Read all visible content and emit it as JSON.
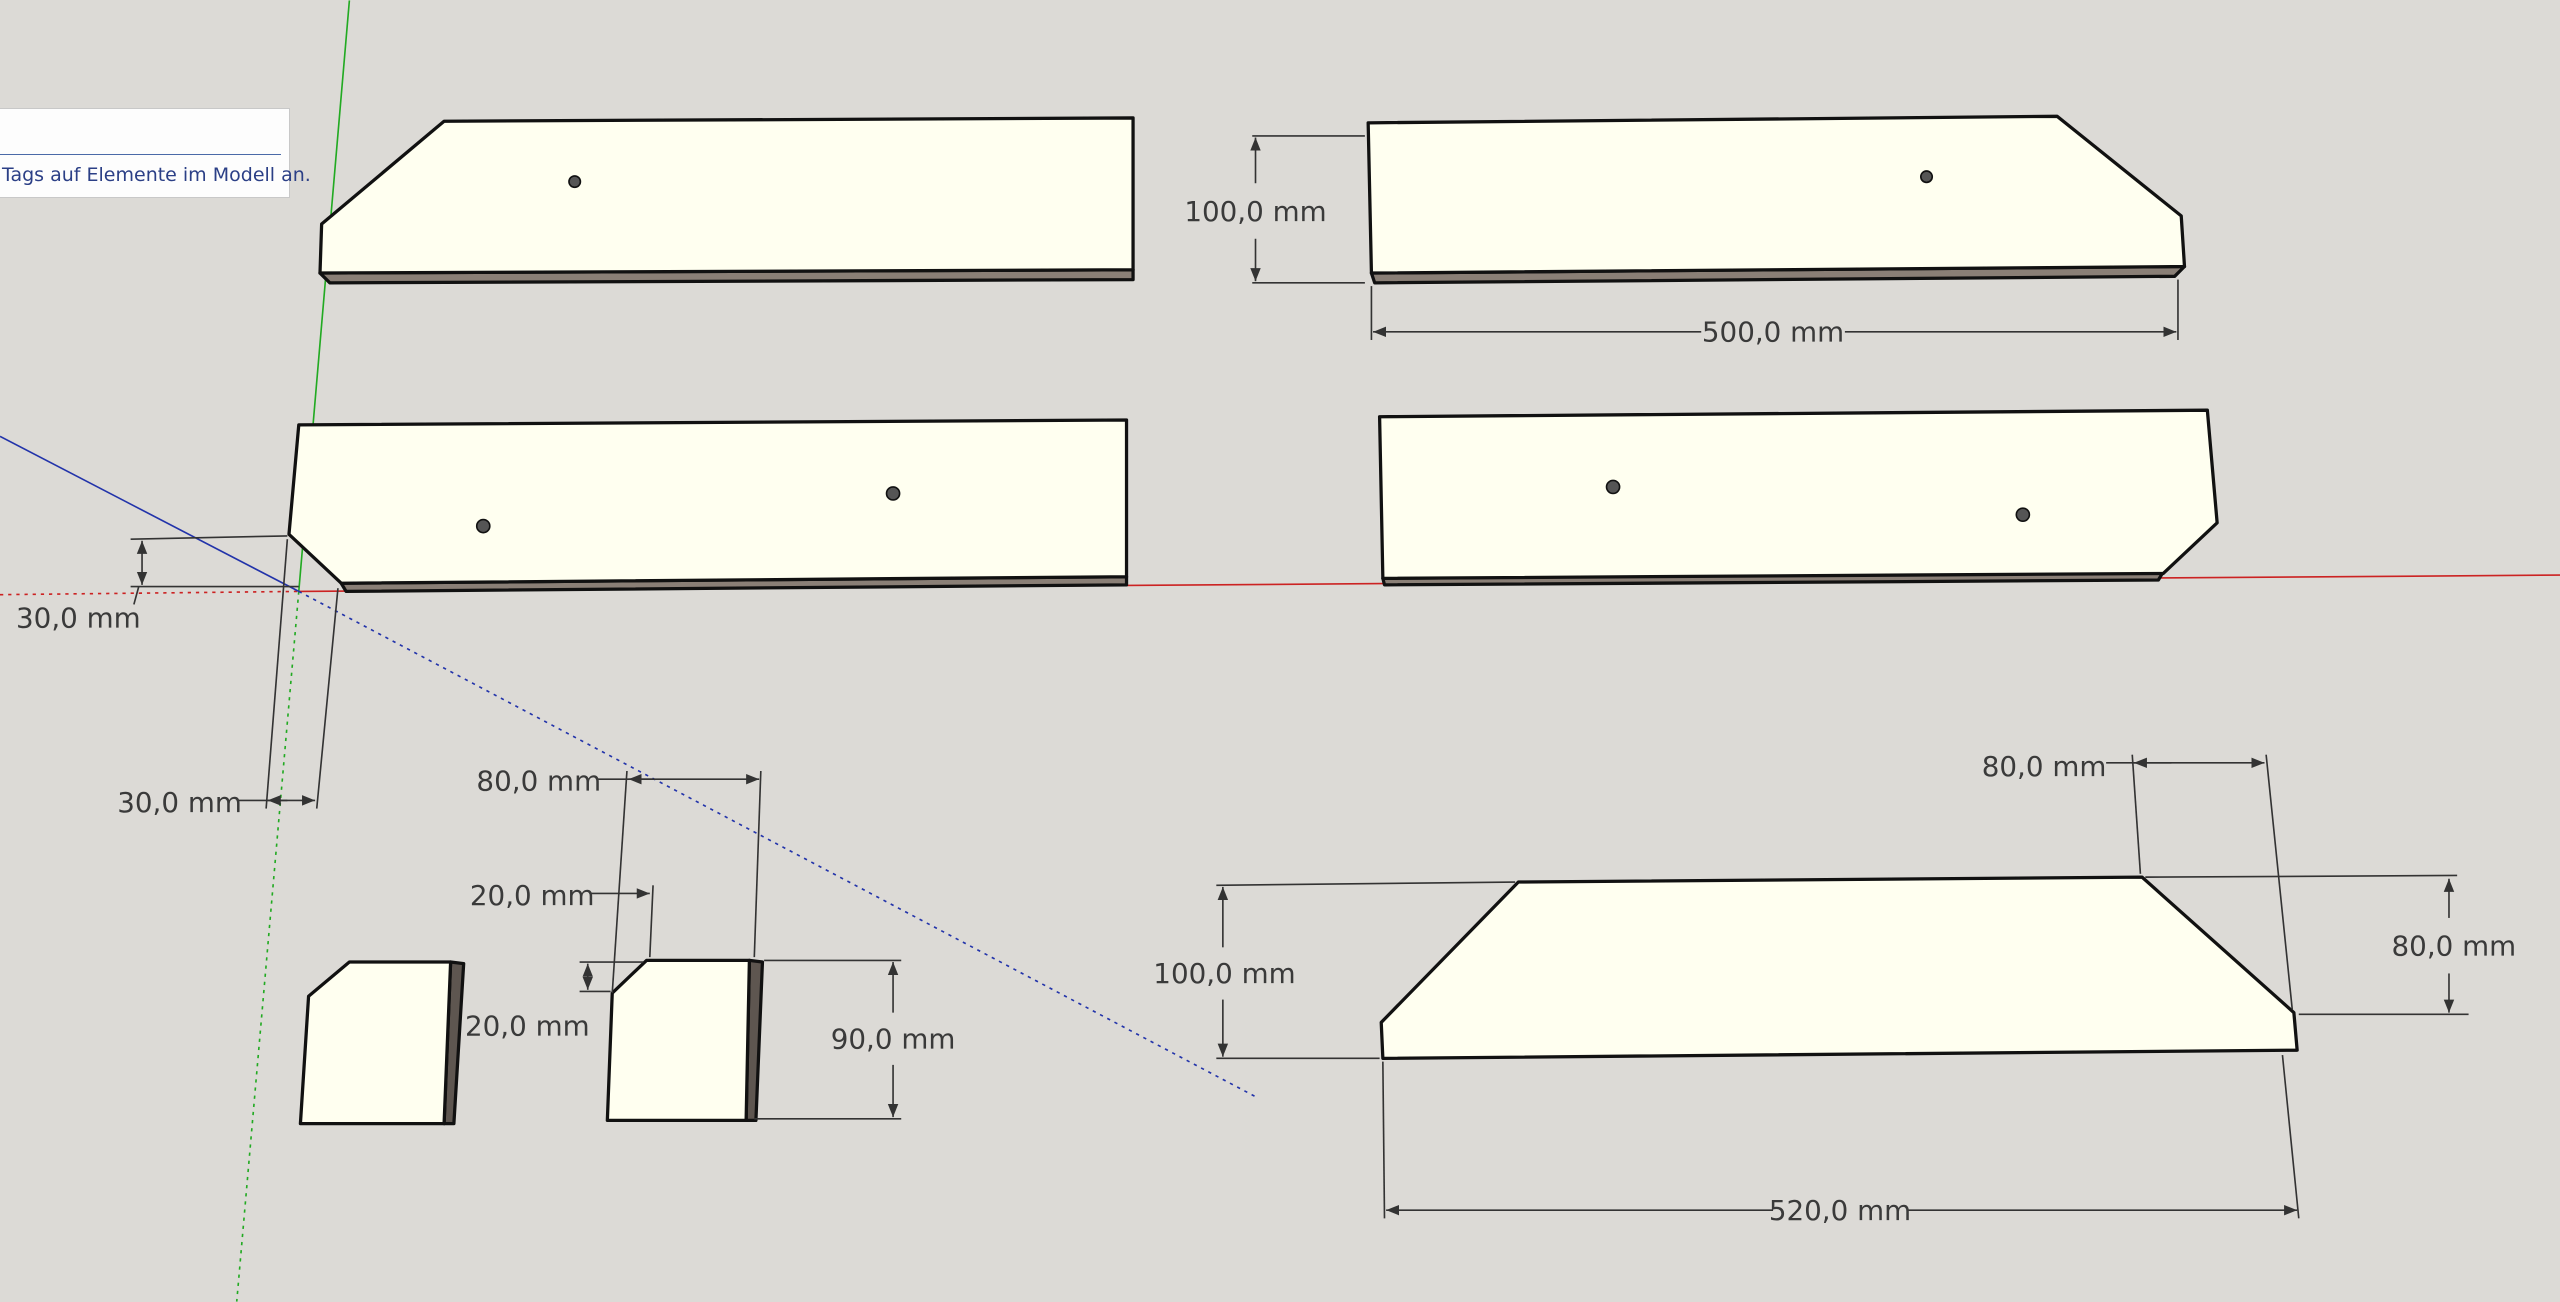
{
  "tooltip": {
    "text": "Tags auf Elemente im Modell an."
  },
  "dimensions": {
    "top_right_height": "100,0 mm",
    "top_right_length": "500,0 mm",
    "mid_left_chamfer_v": "30,0 mm",
    "mid_left_chamfer_h": "30,0 mm",
    "small_width": "80,0 mm",
    "small_chamfer_h": "20,0 mm",
    "small_chamfer_v": "20,0 mm",
    "small_height": "90,0 mm",
    "bottom_height": "100,0 mm",
    "bottom_chamfer_h": "80,0 mm",
    "bottom_chamfer_v": "80,0 mm",
    "bottom_length": "520,0 mm"
  },
  "colors": {
    "background": "#dcdad6",
    "face": "#fffff0",
    "edge": "#6e6660",
    "x_axis": "#cc2222",
    "y_axis": "#22aa22",
    "z_axis": "#2233aa"
  }
}
